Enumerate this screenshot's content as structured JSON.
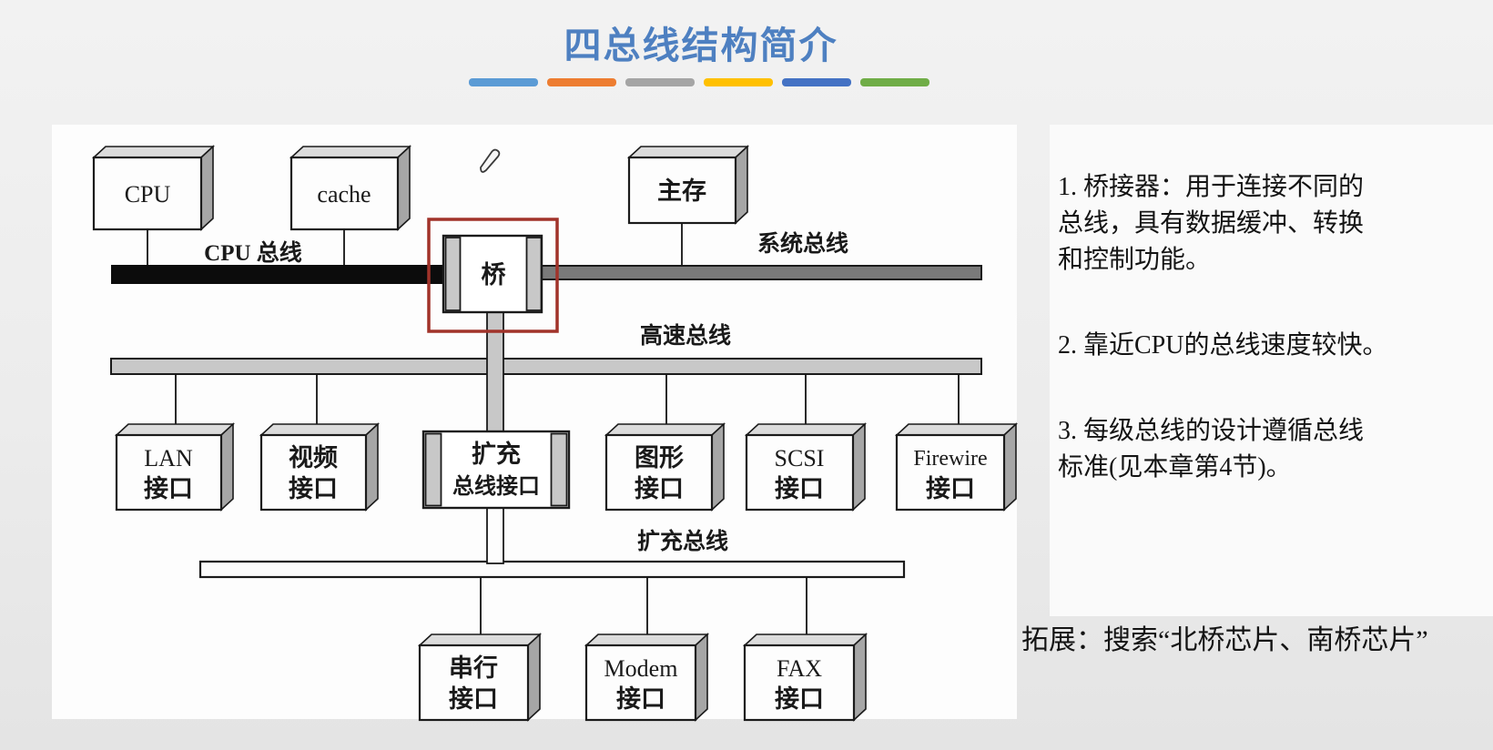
{
  "slide": {
    "title": "四总线结构简介",
    "title_color": "#4E80C1",
    "divider_colors": [
      "#5B9BD5",
      "#ED7D31",
      "#A5A5A5",
      "#FFC000",
      "#4472C4",
      "#70AD47"
    ]
  },
  "diagram": {
    "boxes": {
      "cpu": "CPU",
      "cache": "cache",
      "memory": "主存",
      "bridge": "桥",
      "lan": [
        "LAN",
        "接口"
      ],
      "video": [
        "视频",
        "接口"
      ],
      "expansion_if": [
        "扩充",
        "总线接口"
      ],
      "graphics": [
        "图形",
        "接口"
      ],
      "scsi": [
        "SCSI",
        "接口"
      ],
      "firewire": [
        "Firewire",
        "接口"
      ],
      "serial": [
        "串行",
        "接口"
      ],
      "modem": [
        "Modem",
        "接口"
      ],
      "fax": [
        "FAX",
        "接口"
      ]
    },
    "bus_labels": {
      "cpu_bus": "CPU 总线",
      "system_bus": "系统总线",
      "high_speed_bus": "高速总线",
      "expansion_bus": "扩充总线"
    }
  },
  "notes": {
    "items": [
      "1. 桥接器：用于连接不同的\n总线，具有数据缓冲、转换\n和控制功能。",
      "2. 靠近CPU的总线速度较快。",
      "3. 每级总线的设计遵循总线\n标准(见本章第4节)。"
    ],
    "extension": "拓展：搜索“北桥芯片、南桥芯片”"
  }
}
